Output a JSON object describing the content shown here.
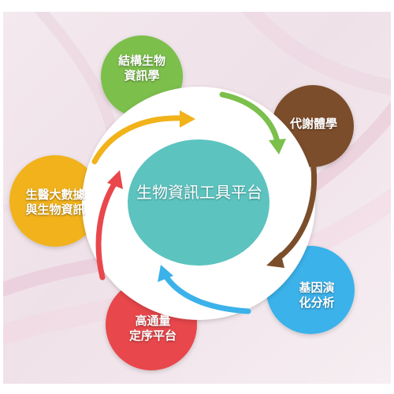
{
  "center": {
    "label": "生物資訊工具平台",
    "color": "#5cc3bf"
  },
  "nodes": [
    {
      "id": "structural",
      "lines": [
        "結構生物",
        "資訊學"
      ],
      "color": "#7bbf4c"
    },
    {
      "id": "metabolomics",
      "lines": [
        "代謝體學"
      ],
      "color": "#7b4e2b"
    },
    {
      "id": "genome-evolution",
      "lines": [
        "基因演",
        "化分析"
      ],
      "color": "#3bb2ea"
    },
    {
      "id": "high-throughput",
      "lines": [
        "高通量",
        "定序平台"
      ],
      "color": "#e8474c"
    },
    {
      "id": "big-data",
      "lines": [
        "生醫大數據",
        "與生物資訊"
      ],
      "color": "#f1b21a"
    }
  ]
}
